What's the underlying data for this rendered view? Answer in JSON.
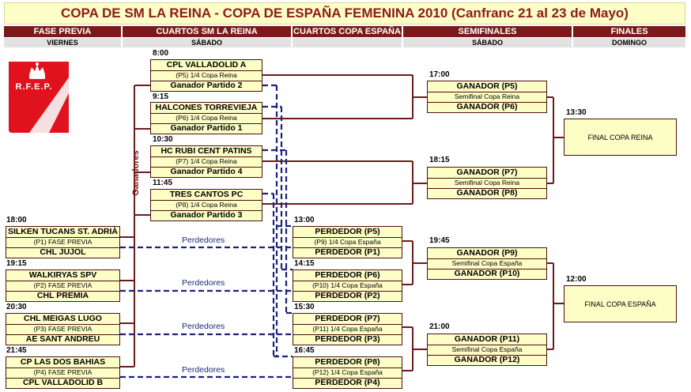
{
  "title": "COPA DE SM LA REINA - COPA DE ESPAÑA FEMENINA 2010 (Canfranc 21 al 23 de Mayo)",
  "columns": [
    {
      "header": "FASE PREVIA",
      "day": "VIERNES"
    },
    {
      "header": "CUARTOS SM LA REINA",
      "day": "SÁBADO"
    },
    {
      "header": "CUARTOS COPA ESPAÑA",
      "day": ""
    },
    {
      "header": "SEMIFINALES",
      "day": "SÁBADO"
    },
    {
      "header": "FINALES",
      "day": "DOMINGO"
    }
  ],
  "logo": {
    "text": "R.F.E.P."
  },
  "labels": {
    "winners": "Ganadores",
    "losers": "Perdedores"
  },
  "fase_previa": [
    {
      "time": "18:00",
      "team1": "SILKEN TUCANS ST. ADRIÀ",
      "match": "(P1) FASE PREVIA",
      "team2": "CHL  JUJOL"
    },
    {
      "time": "19:15",
      "team1": "WALKIRYAS SPV",
      "match": "(P2) FASE PREVIA",
      "team2": "CHL PREMIA"
    },
    {
      "time": "20:30",
      "team1": "CHL MEIGAS LUGO",
      "match": "(P3) FASE PREVIA",
      "team2": "AE SANT  ANDREU"
    },
    {
      "time": "21:45",
      "team1": "CP LAS DOS BAHIAS",
      "match": "(P4) FASE PREVIA",
      "team2": "CPL VALLADOLID B"
    }
  ],
  "cuartos_reina": [
    {
      "time": "8:00",
      "team1": "CPL VALLADOLID A",
      "match": "(P5) 1/4 Copa Reina",
      "team2": "Ganador Partido 2"
    },
    {
      "time": "9:15",
      "team1": "HALCONES TORREVIEJA",
      "match": "(P6) 1/4 Copa Reina",
      "team2": "Ganador Partido 1"
    },
    {
      "time": "10:30",
      "team1": "HC RUBI CENT PATINS",
      "match": "(P7) 1/4 Copa Reina",
      "team2": "Ganador Partido 4"
    },
    {
      "time": "11:45",
      "team1": "TRES CANTOS PC",
      "match": "(P8) 1/4 Copa Reina",
      "team2": "Ganador Partido 3"
    }
  ],
  "cuartos_espana": [
    {
      "time": "13:00",
      "team1": "PERDEDOR (P5)",
      "match": "(P9) 1/4 Copa España",
      "team2": "PERDEDOR (P1)"
    },
    {
      "time": "14:15",
      "team1": "PERDEDOR (P6)",
      "match": "(P10) 1/4 Copa España",
      "team2": "PERDEDOR (P2)"
    },
    {
      "time": "15:30",
      "team1": "PERDEDOR (P7)",
      "match": "(P11) 1/4 Copa España",
      "team2": "PERDEDOR (P3)"
    },
    {
      "time": "16:45",
      "team1": "PERDEDOR (P8)",
      "match": "(P12) 1/4 Copa España",
      "team2": "PERDEDOR (P4)"
    }
  ],
  "semifinales": [
    {
      "time": "17:00",
      "team1": "GANADOR (P5)",
      "match": "Semifinal Copa Reina",
      "team2": "GANADOR (P6)"
    },
    {
      "time": "18:15",
      "team1": "GANADOR (P7)",
      "match": "Semifinal Copa Reina",
      "team2": "GANADOR (P8)"
    },
    {
      "time": "19:45",
      "team1": "GANADOR (P9)",
      "match": "Semifinal Copa España",
      "team2": "GANADOR (P10)"
    },
    {
      "time": "21:00",
      "team1": "GANADOR (P11)",
      "match": "Semifinal Copa España",
      "team2": "GANADOR (P12)"
    }
  ],
  "finales": [
    {
      "time": "13:30",
      "label": "FINAL COPA REINA"
    },
    {
      "time": "12:00",
      "label": "FINAL COPA ESPAÑA"
    }
  ]
}
